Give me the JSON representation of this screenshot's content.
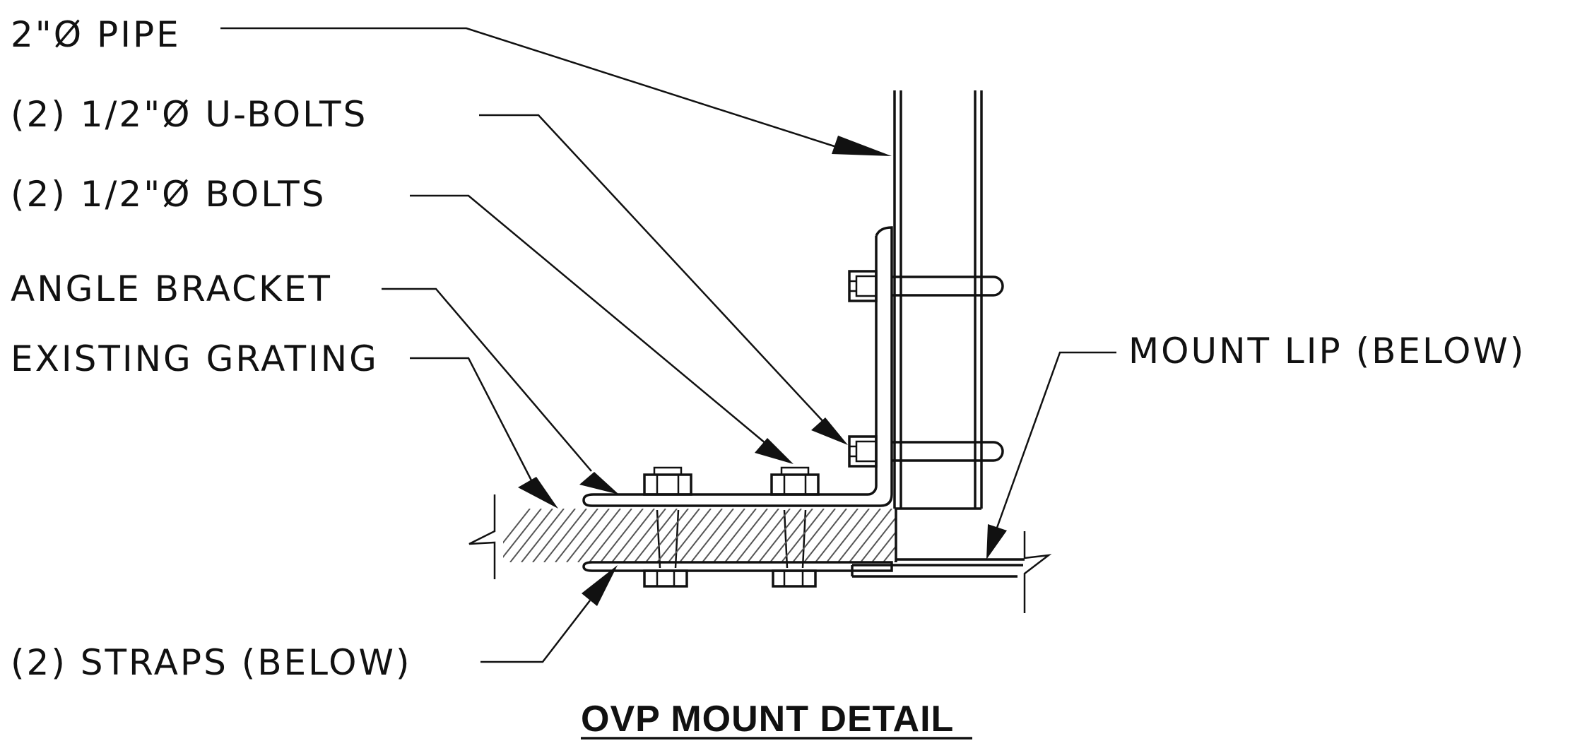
{
  "detail": {
    "title": "OVP MOUNT DETAIL",
    "callouts": {
      "pipe": "2\"Ø PIPE",
      "u_bolts": "(2) 1/2\"Ø U-BOLTS",
      "bolts": "(2) 1/2\"Ø BOLTS",
      "angle_bracket": "ANGLE BRACKET",
      "existing_grating": "EXISTING GRATING",
      "mount_lip": "MOUNT LIP (BELOW)",
      "straps": "(2) STRAPS (BELOW)"
    }
  },
  "colors": {
    "line": "#111111",
    "hatch": "#555555",
    "background": "#ffffff"
  }
}
